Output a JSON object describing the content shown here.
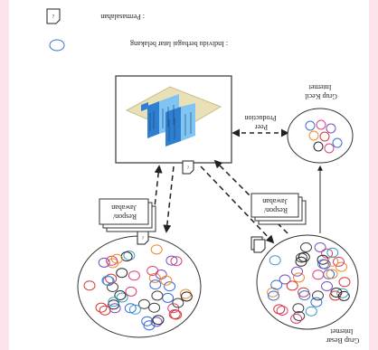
{
  "legend": {
    "document_label": ": Permasalahan",
    "circle_label": ": Individu berbagai latar belakang"
  },
  "labels": {
    "peer_production": "Peer\nProduction",
    "grup_kecil": "Grup Kecil\nInternet",
    "grup_besar": "Grup Besar\nInternet",
    "respon_jawaban": "Respon/\nJawaban"
  },
  "colors": {
    "background": "#fce4ea",
    "paper": "#ffffff",
    "building_blue": "#2f7fd1",
    "building_light": "#7fc4f2",
    "platform": "#e9e0b8",
    "circle_palette": [
      "#e0407a",
      "#3b6fd8",
      "#ef8b2a",
      "#7b4fc2",
      "#2a2a2a",
      "#d63b3b",
      "#3aa1c7",
      "#444444"
    ]
  }
}
